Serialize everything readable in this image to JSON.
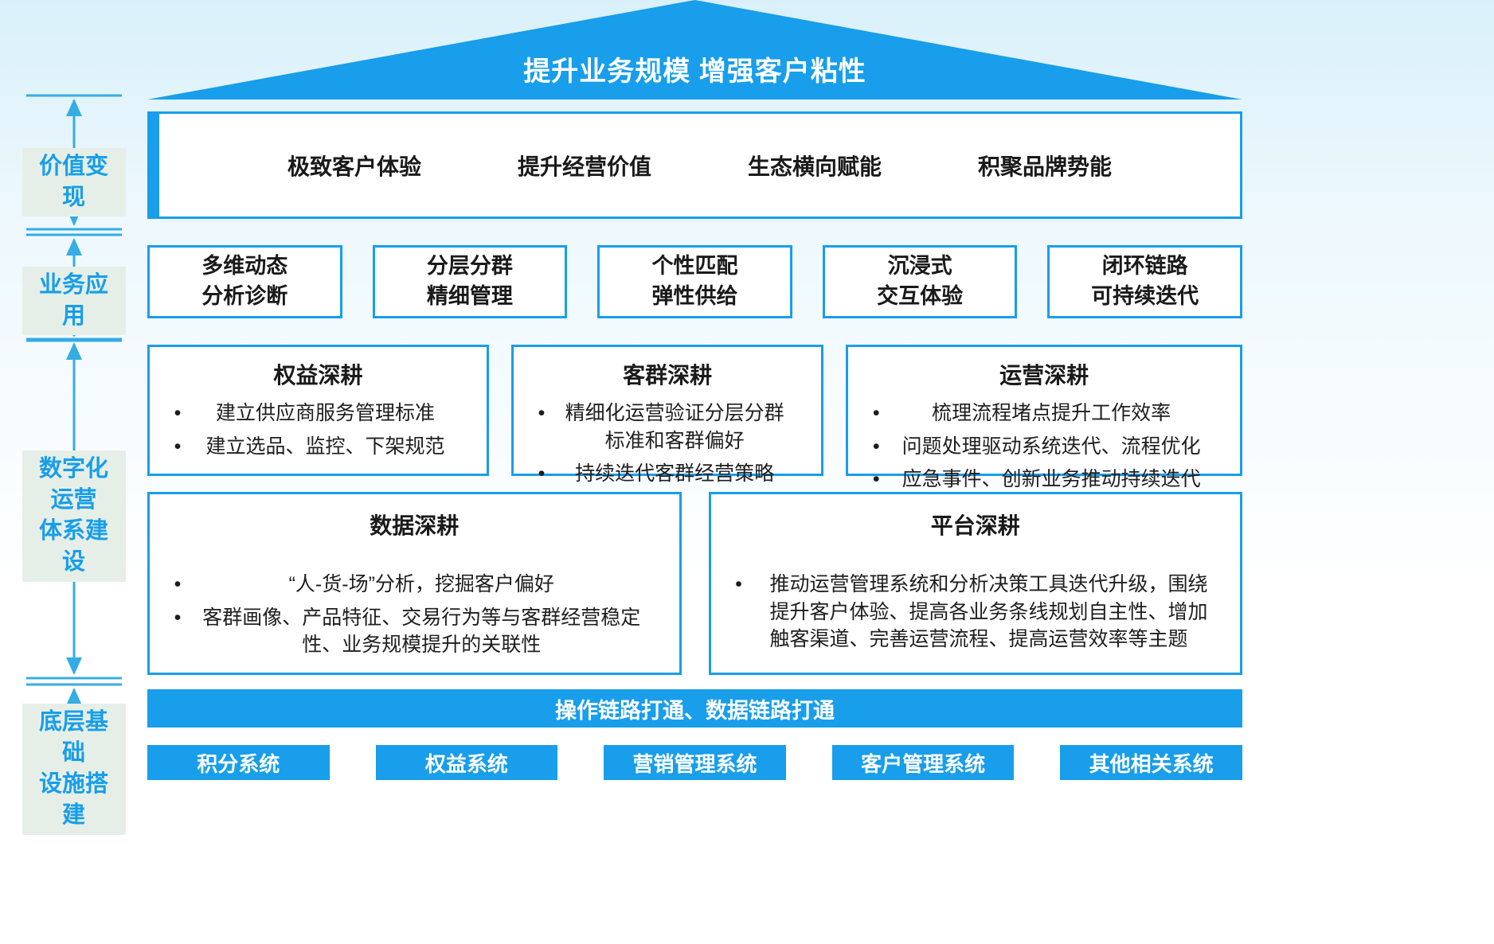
{
  "colors": {
    "accent": "#189EEA",
    "arrow": "#35ACE4",
    "label_bg": "#E6EFE7"
  },
  "roof": {
    "title": "提升业务规模 增强客户粘性"
  },
  "rail": {
    "labels": [
      "价值变现",
      "业务应用",
      "数字化运营\n体系建设",
      "底层基础\n设施搭建"
    ]
  },
  "value_row": {
    "items": [
      "极致客户体验",
      "提升经营价值",
      "生态横向赋能",
      "积聚品牌势能"
    ]
  },
  "apps_row": {
    "items": [
      "多维动态\n分析诊断",
      "分层分群\n精细管理",
      "个性匹配\n弹性供给",
      "沉浸式\n交互体验",
      "闭环链路\n可持续迭代"
    ]
  },
  "cards_row1": [
    {
      "title": "权益深耕",
      "bullets": [
        "建立供应商服务管理标准",
        "建立选品、监控、下架规范"
      ]
    },
    {
      "title": "客群深耕",
      "bullets": [
        "精细化运营验证分层分群标准和客群偏好",
        "持续迭代客群经营策略"
      ]
    },
    {
      "title": "运营深耕",
      "bullets": [
        "梳理流程堵点提升工作效率",
        "问题处理驱动系统迭代、流程优化",
        "应急事件、创新业务推动持续迭代"
      ]
    }
  ],
  "cards_row2": [
    {
      "title": "数据深耕",
      "bullets": [
        "“人-货-场”分析，挖掘客户偏好",
        "客群画像、产品特征、交易行为等与客群经营稳定性、业务规模提升的关联性"
      ]
    },
    {
      "title": "平台深耕",
      "bullets": [
        "推动运营管理系统和分析决策工具迭代升级，围绕提升客户体验、提高各业务条线规划自主性、增加触客渠道、完善运营流程、提高运营效率等主题"
      ]
    }
  ],
  "link_bar": {
    "label": "操作链路打通、数据链路打通"
  },
  "systems_row": {
    "items": [
      "积分系统",
      "权益系统",
      "营销管理系统",
      "客户管理系统",
      "其他相关系统"
    ]
  }
}
